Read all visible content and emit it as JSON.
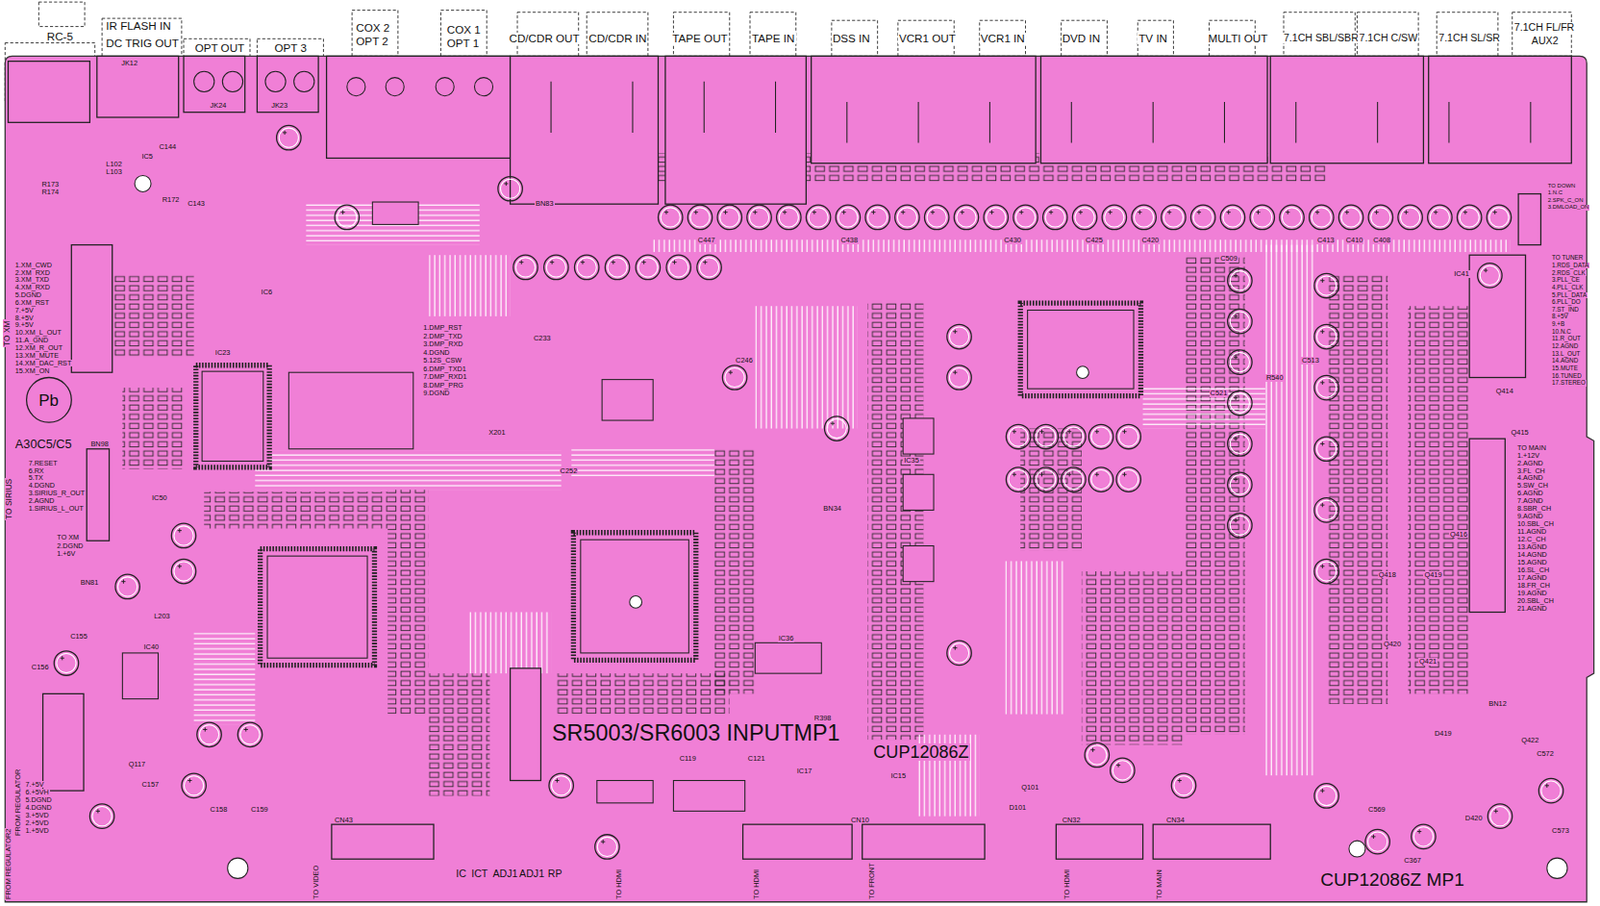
{
  "diagram": {
    "labels": [
      "RC-5",
      "IR FLASH IN",
      "DC TRIG OUT",
      "OPT OUT",
      "OPT 3",
      "COX 2",
      "OPT 2",
      "COX 1",
      "OPT 1",
      "CD/CDR OUT",
      "CD/CDR IN",
      "TAPE OUT",
      "TAPE IN",
      "DSS IN",
      "VCR1 OUT",
      "VCR1 IN",
      "DVD IN",
      "TV IN",
      "MULTI OUT",
      "7.1CH SBL/SBR",
      "7.1CH C/SW",
      "7.1CH SL/SR",
      "7.1CH FL/FR",
      "AUX2",
      "TO XM",
      "1.XM_CWD",
      "2.XM_RXD",
      "3.XM_TXD",
      "4.XM_RXD",
      "5.DGND",
      "6.XM_RST",
      "7.+5V",
      "8.+5V",
      "9.+5V",
      "10.XM_L_OUT",
      "11.A_GND",
      "12.XM_R_OUT",
      "13.XM_MUTE",
      "14.XM_DAC_RST",
      "15.XM_ON",
      "Pb",
      "A30C5/C5",
      "TO SIRIUS",
      "7.RESET",
      "6.RX",
      "5.TX",
      "4.DGND",
      "3.SIRIUS_R_OUT",
      "2.AGND",
      "1.SIRIUS_L_OUT",
      "TO XM",
      "2.DGND",
      "1.+6V",
      "1.DMP_RST",
      "2.DMP_TXD",
      "3.DMP_RXD",
      "4.DGND",
      "5.12S_CSW",
      "6.DMP_TXD1",
      "7.DMP_RXD1",
      "8.DMP_PRG",
      "9.DGND",
      "SR5003/SR6003 INPUTMP1",
      "CUP12086Z",
      "CUP12086Z MP1",
      "TO DOWN",
      "1.N.C",
      "2.SPK_C_ON",
      "3.DMLOAD_ON",
      "TO TUNER",
      "1.RDS_DATA",
      "2.RDS_CLK",
      "3.PLL_CE",
      "4.PLL_CLK",
      "5.PLL_DATA",
      "6.PLL_DO",
      "7.ST_IND",
      "8.+5V",
      "9.+B",
      "10.N.C",
      "11.R_OUT",
      "12.AGND",
      "13.L_OUT",
      "14.AGND",
      "15.MUTE",
      "16.TUNED",
      "17.STEREO",
      "TO MAIN",
      "1.+12V",
      "2.AGND",
      "3.FL_CH",
      "4.AGND",
      "5.SW_CH",
      "6.AGND",
      "7.AGND",
      "8.SBR_CH",
      "9.AGND",
      "10.SBL_CH",
      "11.AGND",
      "12.C_CH",
      "13.AGND",
      "14.AGND",
      "15.AGND",
      "16.SL_CH",
      "17.AGND",
      "18.FR_CH",
      "19.AGND",
      "20.SBL_CH",
      "21.AGND",
      "FROM REGULATOR2",
      "FROM REGULATOR",
      "7.+5V",
      "6.+5VH",
      "5.DGND",
      "4.DGND",
      "3.+5VD",
      "2.+5VD",
      "1.+5VD",
      "IC",
      "ICT",
      "ADJ1",
      "ADJ1",
      "RP",
      "TO VIDEO",
      "TO HDMI",
      "TO HDMI",
      "TO FRONT",
      "TO HDMI",
      "TO MAIN",
      "IC5",
      "IC6",
      "IC23",
      "IC50",
      "IC40",
      "X201",
      "IC35",
      "IC41",
      "IC36",
      "IC17",
      "IC15",
      "CN43",
      "CN10",
      "CN32",
      "CN34",
      "BN81",
      "BN98",
      "BN83",
      "BN34",
      "BN12",
      "JK12",
      "JK24",
      "JK23",
      "R172",
      "R173",
      "R174",
      "C144",
      "C143",
      "L102",
      "L103",
      "C157",
      "C155",
      "C156",
      "L203",
      "C233",
      "C246",
      "C252",
      "R540",
      "C521",
      "C509",
      "C513",
      "C408",
      "C410",
      "C413",
      "C420",
      "C425",
      "C430",
      "C438",
      "C447",
      "Q414",
      "Q415",
      "Q416",
      "Q418",
      "Q419",
      "Q420",
      "Q421",
      "D419",
      "D420",
      "Q422",
      "C572",
      "C573",
      "C569",
      "C367",
      "Q101",
      "D101",
      "C119",
      "C121",
      "R398",
      "C158",
      "C159",
      "Q117"
    ]
  }
}
